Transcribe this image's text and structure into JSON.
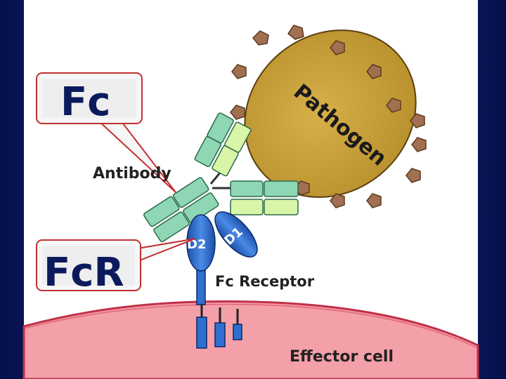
{
  "labels": {
    "fc": "Fc",
    "fcr": "FcR",
    "antibody": "Antibody",
    "pathogen": "Pathogen",
    "d1": "D1",
    "d2": "D2",
    "fc_receptor": "Fc Receptor",
    "effector_cell": "Effector cell"
  },
  "colors": {
    "background": "#0a1a5c",
    "panel": "#ffffff",
    "pathogen_fill": "#c9a23c",
    "pathogen_spike": "#9c7040",
    "heavy_chain": "#8ed6b4",
    "light_chain": "#d8f5a8",
    "receptor_blue": "#2f6fd0",
    "effector_cell": "#f4a0a8",
    "callout_line": "#c23030",
    "callout_fill": "#f6f6f6"
  }
}
